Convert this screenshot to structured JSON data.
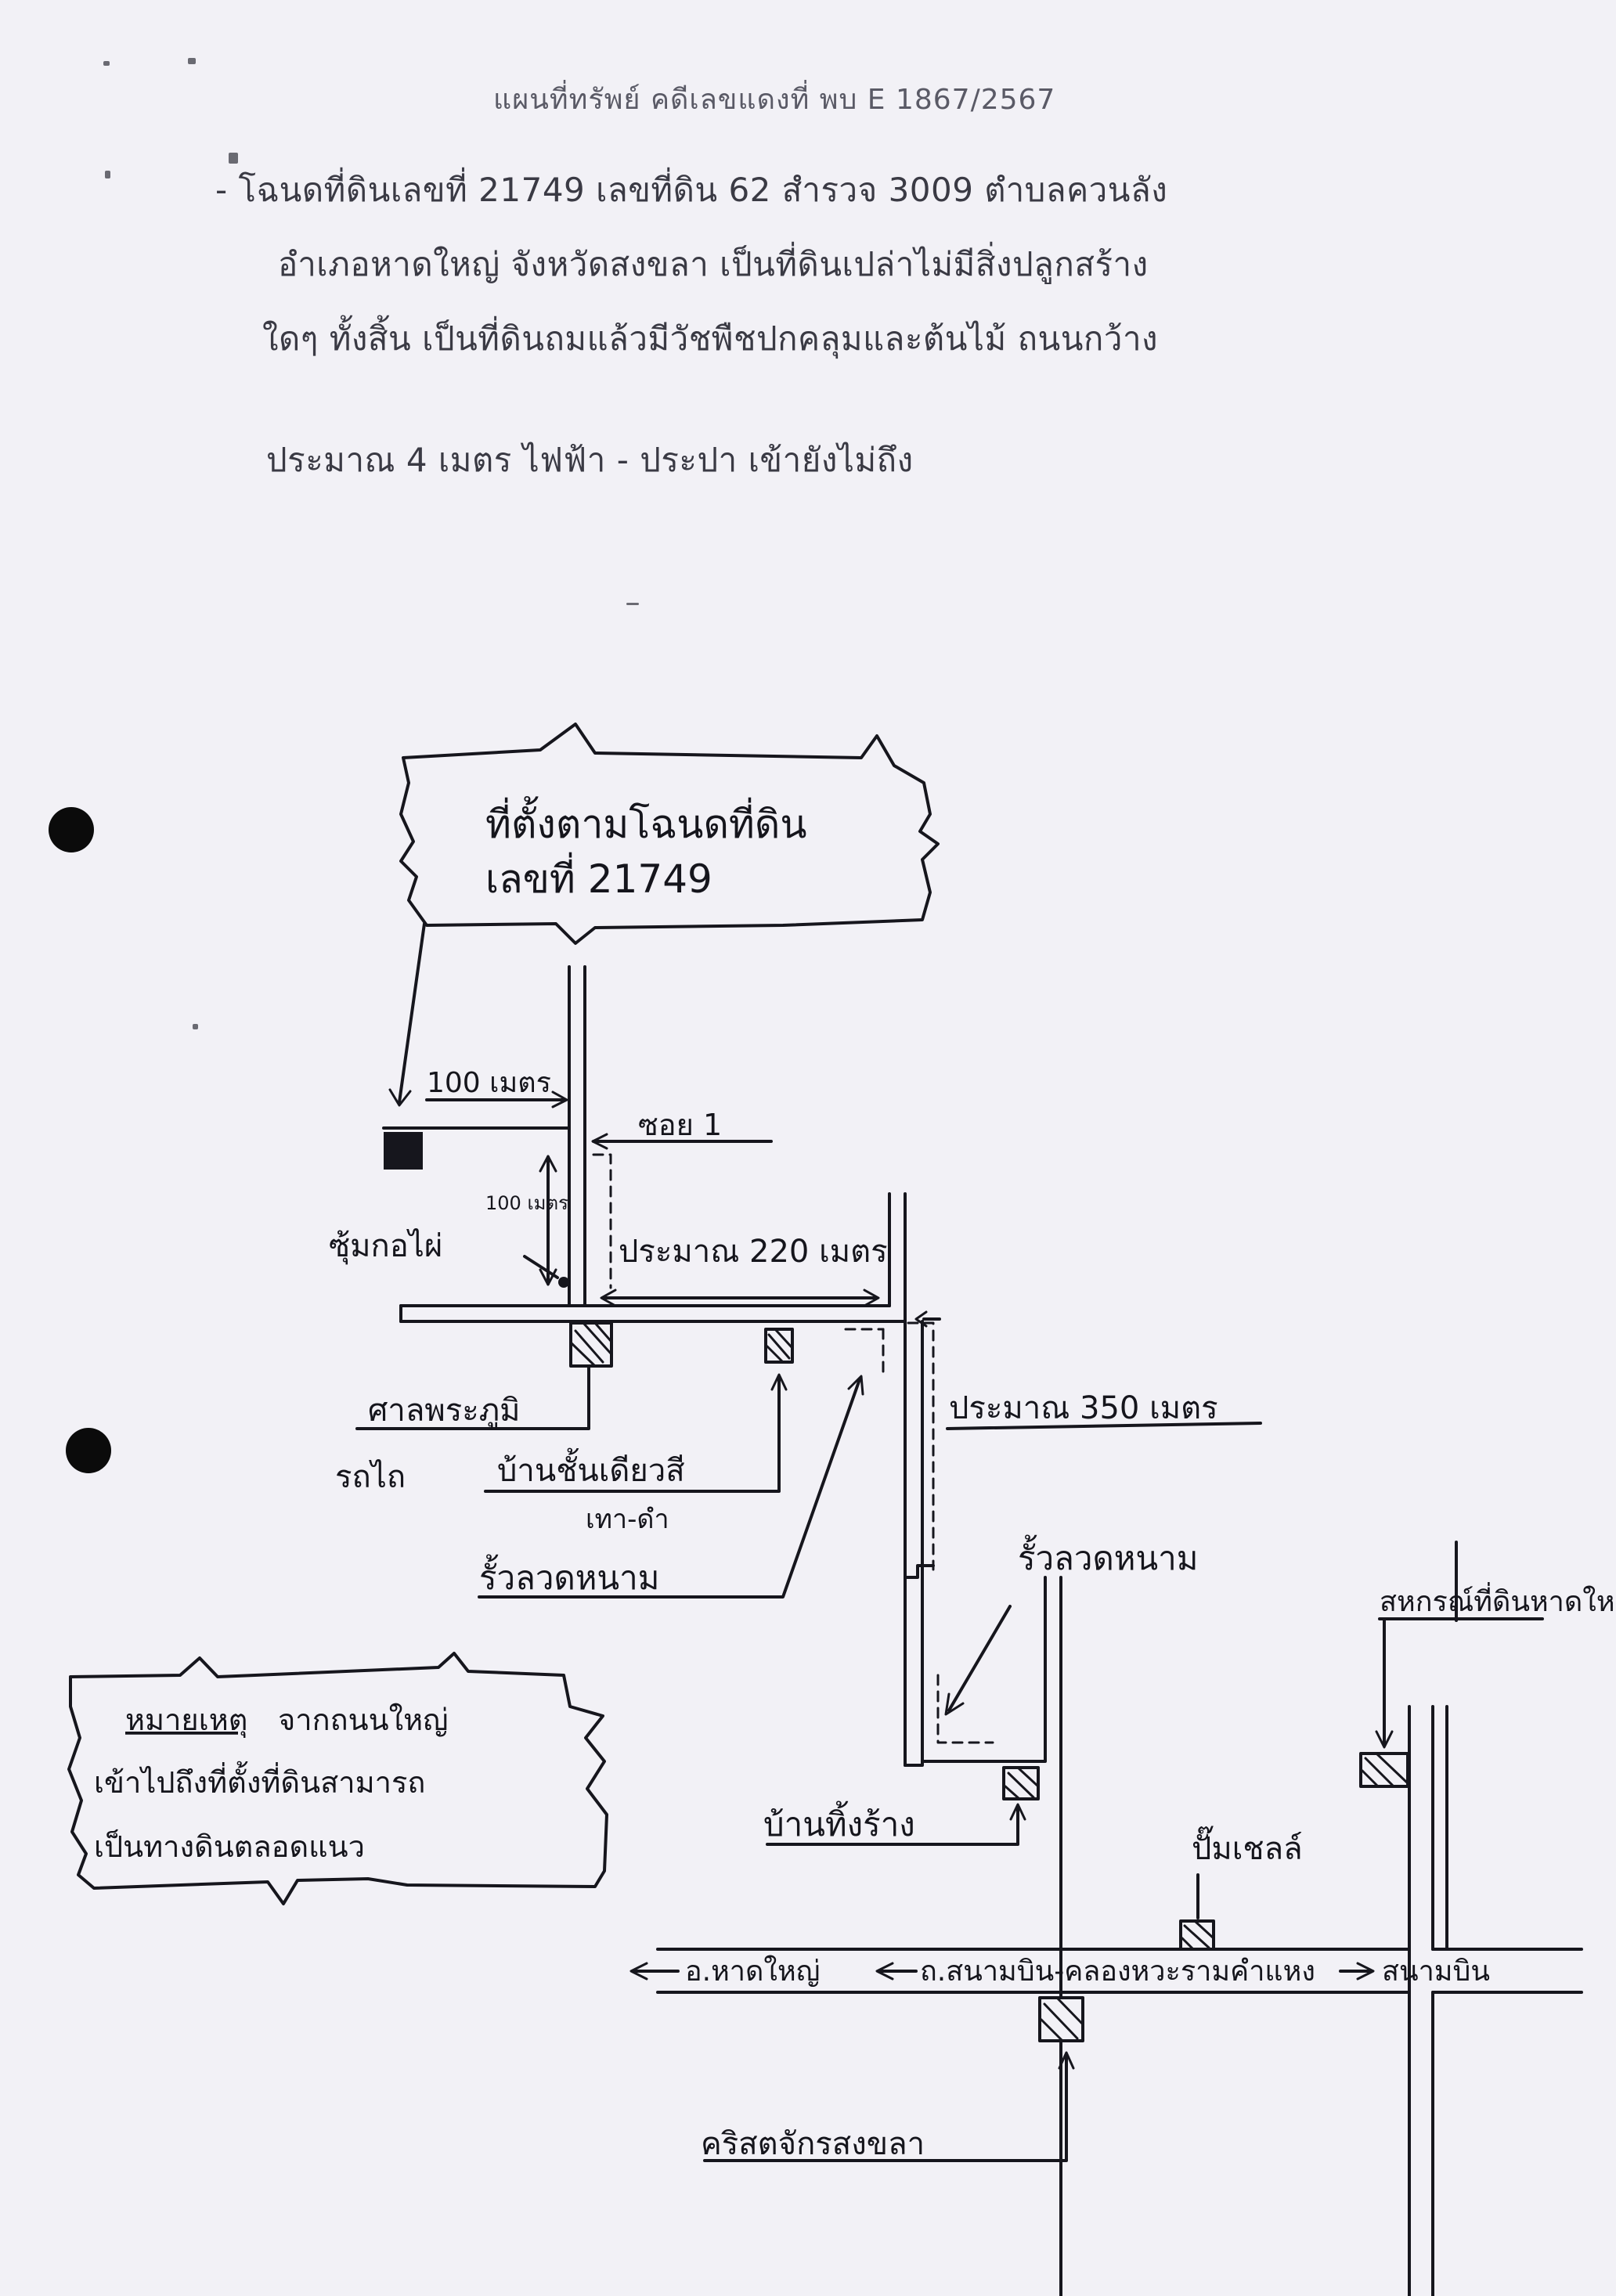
{
  "document": {
    "title": "แผนที่ทรัพย์ คดีเลขแดงที่ พบ E 1867/2567",
    "description_lines": [
      "- โฉนดที่ดินเลขที่ 21749 เลขที่ดิน 62 สำรวจ 3009 ตำบลควนลัง",
      "อำเภอหาดใหญ่ จังหวัดสงขลา เป็นที่ดินเปล่าไม่มีสิ่งปลูกสร้าง",
      "ใดๆ ทั้งสิ้น เป็นที่ดินถมแล้วมีวัชพืชปกคลุมและต้นไม้ ถนนกว้าง",
      "ประมาณ 4 เมตร ไฟฟ้า - ประปา เข้ายังไม่ถึง"
    ]
  },
  "map": {
    "location_box": {
      "line1": "ที่ตั้งตามโฉนดที่ดิน",
      "line2": "เลขที่ 21749"
    },
    "labels": {
      "distance_100m_horizontal": "100 เมตร",
      "soi_1": "ซอย 1",
      "distance_100m_vertical": "100 เมตร",
      "electric_pole": "ซุ้มกอไผ่",
      "approx_220m": "ประมาณ 220 เมตร",
      "car_repair_shop": "ศาลพระภูมิ",
      "car_repair_shop_line2": "รถไถ",
      "single_storey_house": "บ้านชั้นเดียวสี",
      "single_storey_house_line2": "เทา-ดำ",
      "barbed_wire_fence_left": "รั้วลวดหนาม",
      "approx_350m": "ประมาณ 350 เมตร",
      "barbed_wire_fence_right": "รั้วลวดหนาม",
      "abandoned_house": "บ้านทิ้งร้าง",
      "gas_station": "ปั๊มเชลล์",
      "right_edge_label": "สหกรณ์ที่ดินหาดใหญ่",
      "right_edge_label_line2": "",
      "main_road_left": "อ.หาดใหญ่",
      "main_road_middle": "ถ.สนามบิน-คลองหวะรามคำแหง",
      "main_road_right": "สนามบิน",
      "church": "คริสตจักรสงขลา"
    },
    "note": {
      "heading": "หมายเหตุ",
      "line1": "จากถนนใหญ่",
      "line2": "เข้าไปถึงที่ตั้งที่ดินสามารถ",
      "line3": "เป็นทางดินตลอดแนว"
    }
  }
}
